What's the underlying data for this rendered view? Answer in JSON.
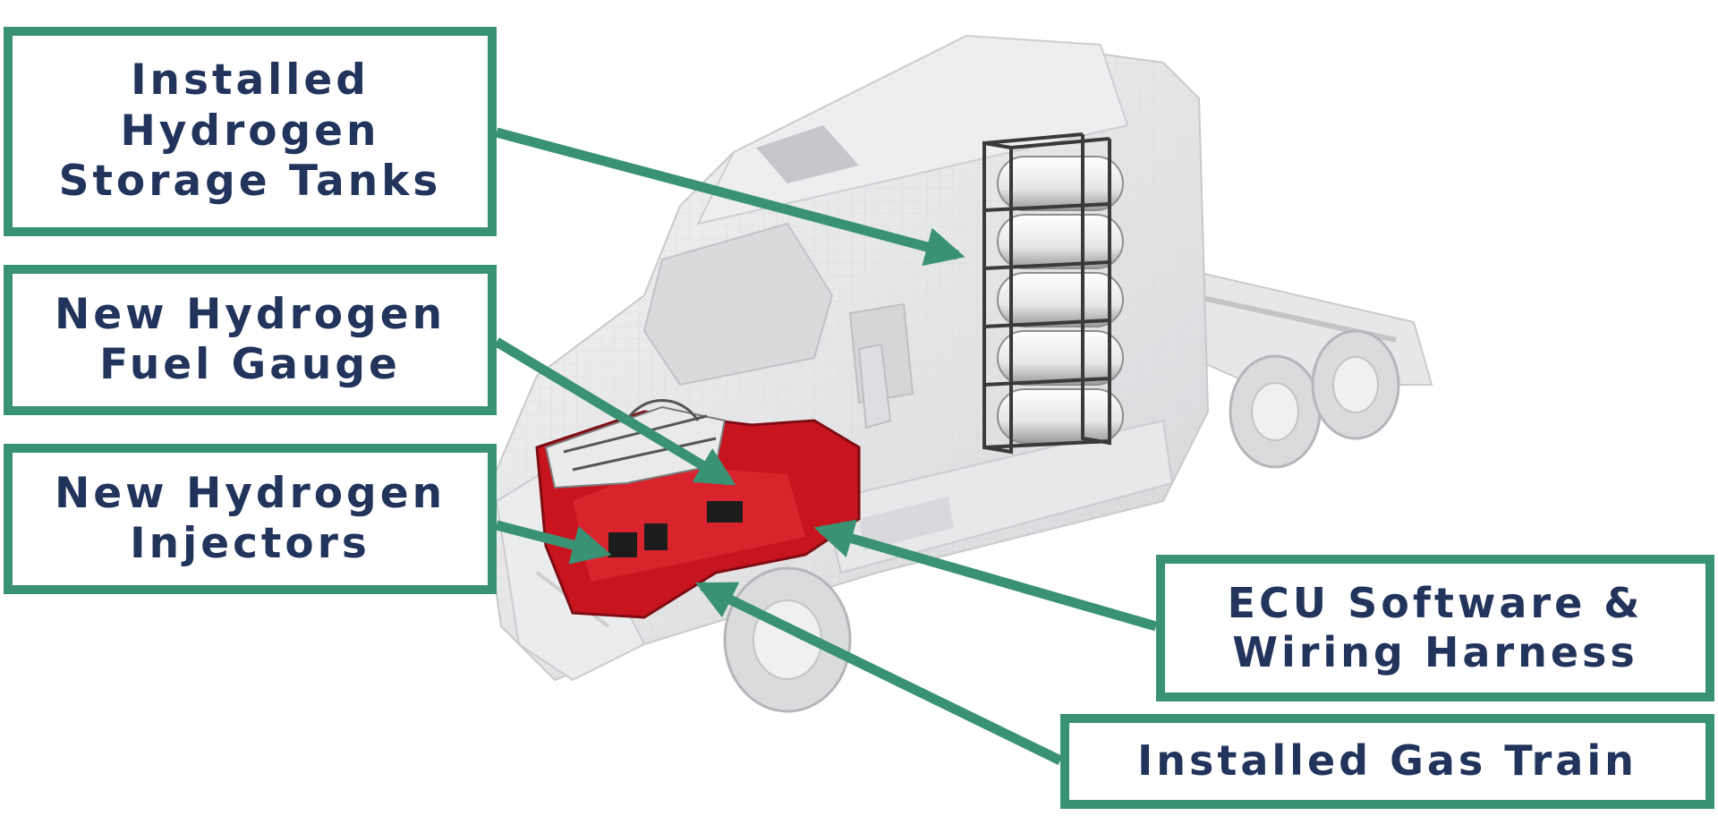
{
  "colors": {
    "accent": "#3a9275",
    "label_text": "#22345c",
    "engine": "#c8141e",
    "truck": "#d9dadc"
  },
  "callouts": [
    {
      "id": "storage-tanks",
      "lines": [
        "Installed",
        "Hydrogen",
        "Storage Tanks"
      ]
    },
    {
      "id": "fuel-gauge",
      "lines": [
        "New Hydrogen",
        "Fuel Gauge"
      ]
    },
    {
      "id": "injectors",
      "lines": [
        "New Hydrogen",
        "Injectors"
      ]
    },
    {
      "id": "ecu",
      "lines": [
        "ECU Software &",
        "Wiring Harness"
      ]
    },
    {
      "id": "gas-train",
      "lines": [
        "Installed Gas Train"
      ]
    }
  ]
}
